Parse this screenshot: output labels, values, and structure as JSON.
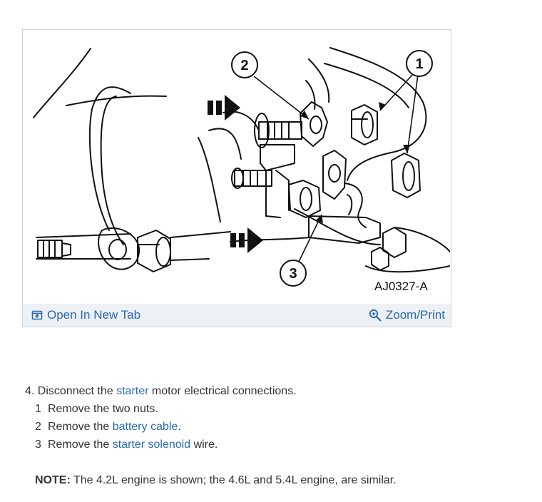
{
  "figure": {
    "callouts": [
      "1",
      "2",
      "3"
    ],
    "figure_code": "AJ0327-A",
    "open_tab_label": "Open In New Tab",
    "zoom_label": "Zoom/Print",
    "open_tab_icon": "open-in-new-tab-icon",
    "zoom_icon": "zoom-magnifier-icon"
  },
  "instructions": {
    "step_number": "4.",
    "step_pre": "Disconnect the",
    "step_link": "starter",
    "step_post": "motor electrical connections.",
    "sub_steps": [
      {
        "num": "1",
        "pre": "Remove the two nuts.",
        "link": "",
        "post": ""
      },
      {
        "num": "2",
        "pre": "Remove the",
        "link": "battery cable",
        "post": "."
      },
      {
        "num": "3",
        "pre": "Remove the",
        "link": "starter solenoid",
        "post": "wire."
      }
    ],
    "note_label": "NOTE:",
    "note_text": "The 4.2L engine is shown; the 4.6L and 5.4L engine, are similar."
  },
  "colors": {
    "link": "#2a6bb0",
    "bar_bg": "#edf0f4",
    "text": "#333333"
  }
}
